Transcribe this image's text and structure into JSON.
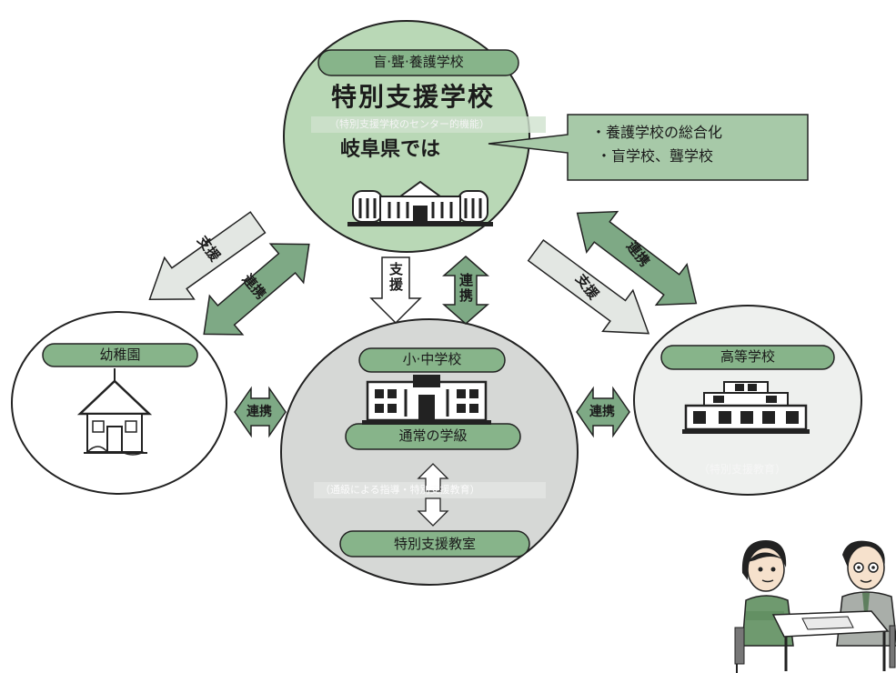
{
  "colors": {
    "circle_fill": "#b9d8b6",
    "circle_gray": "#d6d8d6",
    "circle_light": "#eef0ee",
    "pill_fill": "#87b48a",
    "arrow_green": "#7ea985",
    "arrow_light": "#e3e7e3",
    "callout_fill": "#a7c9a8",
    "stroke": "#222222"
  },
  "center_top": {
    "pill": "盲·聾·養護学校",
    "title": "特別支援学校",
    "subtitle": "（特別支援学校のセンター的機能）",
    "region": "岐阜県では"
  },
  "callout": {
    "line1": "・養護学校の総合化",
    "line2": "・盲学校、聾学校"
  },
  "left_circle": {
    "pill": "幼稚園"
  },
  "center_bottom": {
    "pill": "小·中学校",
    "regular": "通常の学級",
    "middle_text": "（通級による指導・特別支援教育）",
    "special": "特別支援教室"
  },
  "right_circle": {
    "pill": "高等学校",
    "faint_text": "（特別支援教育）"
  },
  "arrows": {
    "support": "支援",
    "cooperation": "連携"
  },
  "icons": {
    "school_building": "special-school-building-icon",
    "kindergarten": "house-icon",
    "elementary": "school-building-icon",
    "high_school": "high-school-building-icon",
    "people": "consultation-people-icon"
  }
}
